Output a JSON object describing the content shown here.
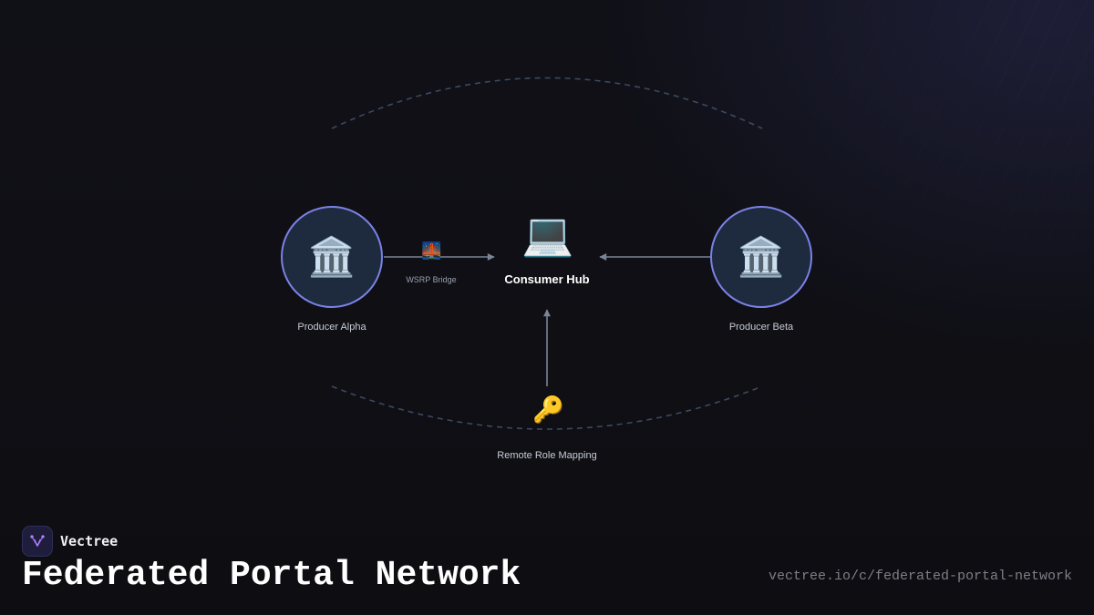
{
  "diagram": {
    "nodes": {
      "producer_alpha": {
        "icon": "bank-building-icon",
        "glyph": "🏛️",
        "label": "Producer Alpha"
      },
      "producer_beta": {
        "icon": "bank-building-icon",
        "glyph": "🏛️",
        "label": "Producer Beta"
      },
      "consumer_hub": {
        "icon": "laptop-icon",
        "glyph": "💻",
        "label": "Consumer Hub"
      },
      "remote_role_mapping": {
        "icon": "key-icon",
        "glyph": "🔑",
        "label": "Remote Role Mapping"
      }
    },
    "edges": [
      {
        "from": "Producer Alpha",
        "to": "Consumer Hub",
        "icon": "bridge-icon",
        "glyph": "🌉",
        "label": "WSRP Bridge"
      },
      {
        "from": "Producer Beta",
        "to": "Consumer Hub",
        "label": ""
      },
      {
        "from": "Remote Role Mapping",
        "to": "Consumer Hub",
        "label": ""
      }
    ],
    "colors": {
      "node_border": "#7b82e6",
      "node_fill": "#1e2a3e",
      "edge": "#7a8498",
      "dashed_arc": "#3c4a60"
    }
  },
  "footer": {
    "brand": "Vectree",
    "title": "Federated Portal Network",
    "url": "vectree.io/c/federated-portal-network"
  }
}
